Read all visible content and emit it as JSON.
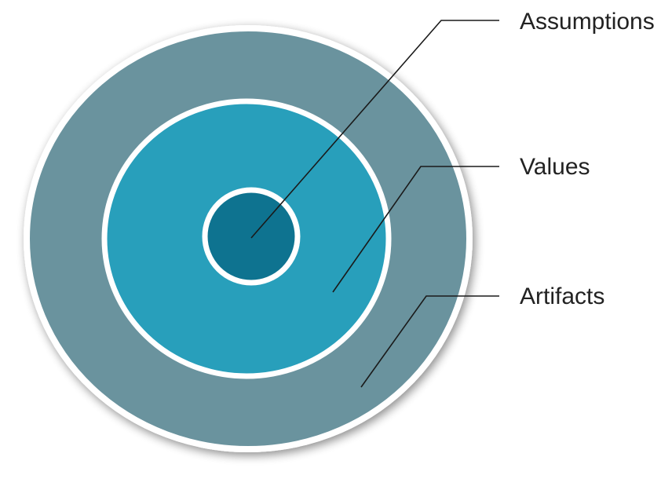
{
  "diagram": {
    "labels": {
      "assumptions": "Assumptions",
      "values": "Values",
      "artifacts": "Artifacts"
    },
    "colors": {
      "background": "#ffffff",
      "outer_ring": "#6a939e",
      "middle_ring": "#289fbb",
      "inner_core": "#0e7390",
      "ring_border": "#ffffff",
      "leader_line": "#1a1a1a"
    }
  }
}
